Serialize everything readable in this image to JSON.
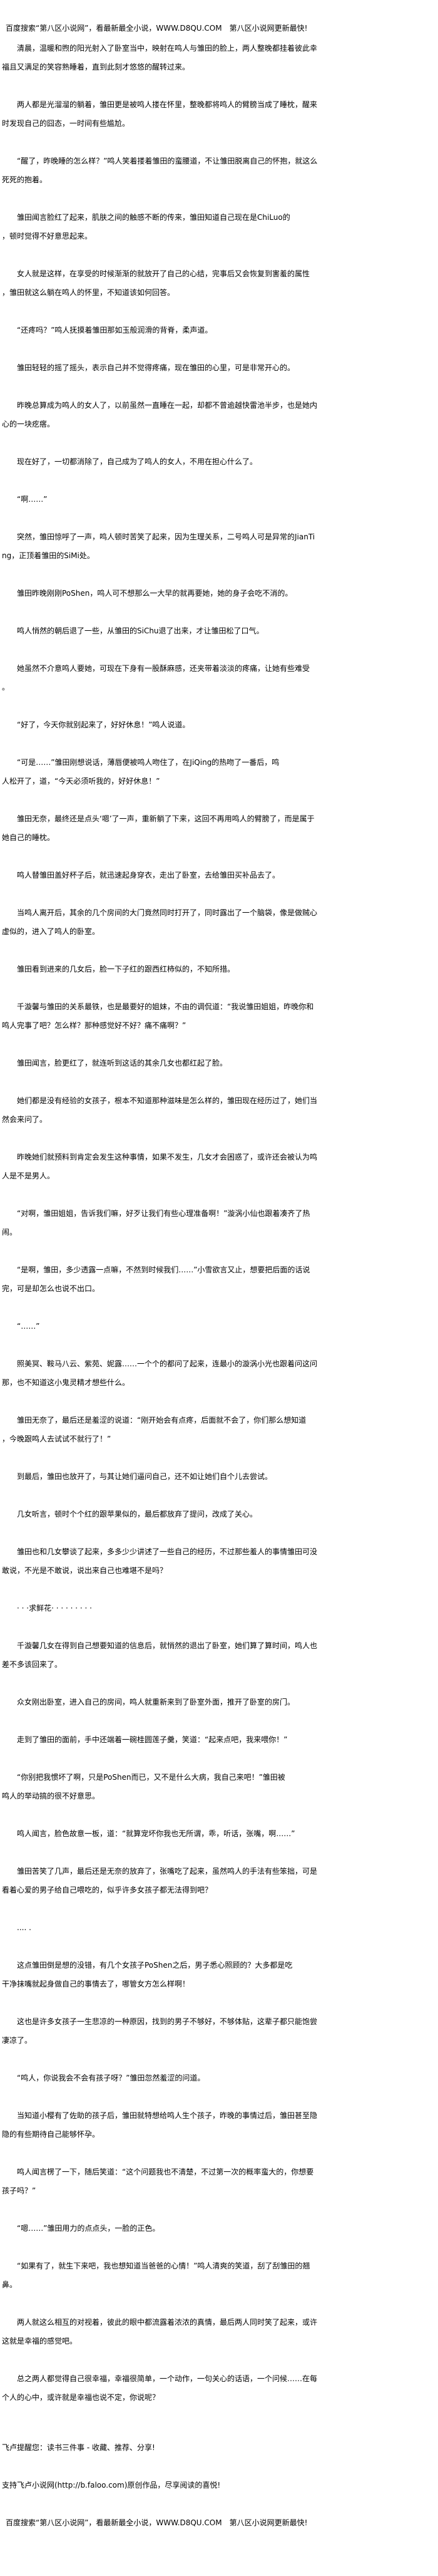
{
  "header_notice": "百度搜索“第八区小说网”，看最新最全小说，WWW.D8QU.COM　第八区小说网更新最快!",
  "paragraphs": [
    "清晨，温暖和煦的阳光射入了卧室当中，映射在鸣人与雏田的脸上，两人整晚都挂着彼此幸福且又满足的笑容熟睡着，直到此刻才悠悠的醒转过来。",
    "两人都是光溜溜的躺着，雏田更是被鸣人搂在怀里，整晚都将鸣人的臂膀当成了睡枕，醒来时发现自己的囧态，一时间有些尴尬。",
    "“醒了，昨晚睡的怎么样？”鸣人笑着搂着雏田的蛮腰道，不让雏田脱离自己的怀抱，就这么死死的抱着。",
    "雏田闻言脸红了起来，肌肤之间的触感不断的传来，雏田知道自己现在是ChiLuo的\n，顿时觉得不好意思起来。",
    "女人就是这样，在享受的时候渐渐的就放开了自己的心结，完事后又会恢复到害羞的属性\n，雏田就这么躺在鸣人的怀里，不知道该如何回答。",
    "“还疼吗？”鸣人抚摸着雏田那如玉般润滑的背脊，柔声道。",
    "雏田轻轻的摇了摇头，表示自己并不觉得疼痛，现在雏田的心里，可是非常开心的。",
    "昨晚总算成为鸣人的女人了，以前虽然一直睡在一起，却都不曾逾越快雷池半步，也是她内心的一块疙瘩。",
    "现在好了，一切都消除了，自己成为了鸣人的女人，不用在担心什么了。",
    "“啊……”",
    "突然，雏田惊呼了一声，鸣人顿时苦笑了起来，因为生理关系，二号鸣人可是异常的JianTing，正顶着雏田的SiMi处。",
    "雏田昨晚刚刚PoShen，鸣人可不想那么一大早的就再要她，她的身子会吃不消的。",
    "鸣人悄然的朝后退了一些，从雏田的SiChu退了出来，才让雏田松了口气。",
    "她虽然不介意鸣人要她，可现在下身有一股酥麻感，还夹带着淡淡的疼痛，让她有些难受\n。",
    "“好了，今天你就别起来了，好好休息！”鸣人说道。",
    "“可是……”雏田刚想说话，薄唇便被鸣人吻住了，在JiQing的热吻了一番后，鸣\n人松开了，道，“今天必须听我的，好好休息！”",
    "雏田无奈，最终还是点头‘嗯’了一声，重新躺了下来，这回不再用鸣人的臂膀了，而是属于她自己的睡枕。",
    "鸣人替雏田盖好杯子后，就迅速起身穿衣，走出了卧室，去给雏田买补品去了。",
    "当鸣人离开后，其余的几个房间的大门竟然同时打开了，同时露出了一个脑袋，像是做贼心虚似的，进入了鸣人的卧室。",
    "雏田看到进来的几女后，脸一下子红的跟西红柿似的，不知所措。",
    "千漩馨与雏田的关系最铁，也是最要好的姐妹，不由的调侃道：“我说雏田姐姐，昨晚你和鸣人完事了吧？怎么样？那种感觉好不好？痛不痛啊？”",
    "雏田闻言，脸更红了，就连听到这话的其余几女也都红起了脸。",
    "她们都是没有经验的女孩子，根本不知道那种滋味是怎么样的，雏田现在经历过了，她们当然会来问了。",
    "昨晚她们就预料到肯定会发生这种事情，如果不发生，几女才会困惑了，或许还会被认为鸣人是不是男人。",
    "“对啊，雏田姐姐，告诉我们嘛，好歹让我们有些心理准备啊！”漩涡小仙也跟着凑齐了热闹。",
    "“是啊，雏田，多少透露一点嘛，不然到时候我们……”小雪欲言又止，想要把后面的话说完，可是却怎么也说不出口。",
    "“……”",
    "照美冥、鞍马八云、紫苑、妮露……一个个的都问了起来，连最小的漩涡小光也跟着问这问那，也不知道这小鬼灵精才想些什么。",
    "雏田无奈了，最后还是羞涩的说道：“刚开始会有点疼，后面就不会了，你们那么想知道\n，今晚跟鸣人去试试不就行了！”",
    "到最后，雏田也放开了，与其让她们逼问自己，还不如让她们自个儿去尝试。",
    "几女听言，顿时个个红的跟苹果似的，最后都放弃了提问，改成了关心。",
    "雏田也和几女攀谈了起来，多多少少讲述了一些自己的经历，不过那些羞人的事情雏田可没敢说，不光是不敢说，说出来自己也难堪不是吗？",
    "· ·  ·求鲜花· · · · ·  · · · ·",
    "千漩馨几女在得到自己想要知道的信息后，就悄然的退出了卧室，她们算了算时间，鸣人也差不多该回来了。",
    "众女刚出卧室，进入自己的房间，鸣人就重新来到了卧室外面，推开了卧室的房门。",
    "走到了雏田的面前，手中还端着一碗桂圆莲子羹，笑道：“起来点吧，我来喂你！”",
    "“你别把我惯坏了啊，只是PoShen而已，又不是什么大病，我自己来吧！”雏田被\n鸣人的举动搞的很不好意思。",
    "鸣人闻言，脸色故意一板，道：“就算宠坏你我也无所谓，乖，听话，张嘴，啊……”",
    "雏田苦笑了几声，最后还是无奈的放弃了，张嘴吃了起来，虽然鸣人的手法有些笨拙，可是看着心爱的男子给自己喂吃的，似乎许多女孩子都无法得到吧？",
    ".... .",
    "这点雏田倒是想的没错，有几个女孩子PoShen之后，男子悉心照顾的？大多都是吃\n干净抹嘴就起身做自己的事情去了，哪管女方怎么样啊！",
    "这也是许多女孩子一生悲凉的一种原因，找到的男子不够好，不够体贴，这辈子都只能饱尝凄凉了。",
    "“鸣人，你说我会不会有孩子呀？”雏田忽然羞涩的问道。",
    "当知道小樱有了佐助的孩子后，雏田就特想给鸣人生个孩子，昨晚的事情过后，雏田甚至隐隐的有些期待自己能够怀孕。",
    "鸣人闻言楞了一下，随后笑道：“这个问题我也不清楚，不过第一次的概率蛮大的，你想要孩子吗？”",
    "“嗯……”雏田用力的点点头，一脸的正色。",
    "“如果有了，就生下来吧，我也想知道当爸爸的心情！”鸣人清爽的笑道，刮了刮雏田的翘鼻。",
    "两人就这么相互的对视着，彼此的眼中都流露着浓浓的真情，最后两人同时笑了起来，或许这就是幸福的感觉吧。",
    "总之两人都觉得自己很幸福，幸福很简单，一个动作，一句关心的话语，一个问候……在每个人的心中，或许就是幸福也说不定，你说呢？"
  ],
  "footer": {
    "reminder": "飞卢提醒您：读书三件事 - 收藏、推荐、分享!",
    "support": "支持飞卢小说网(http://b.faloo.com)原创作品，尽享阅读的喜悦!",
    "notice": "百度搜索“第八区小说网”，看最新最全小说，WWW.D8QU.COM　第八区小说网更新最快!"
  }
}
